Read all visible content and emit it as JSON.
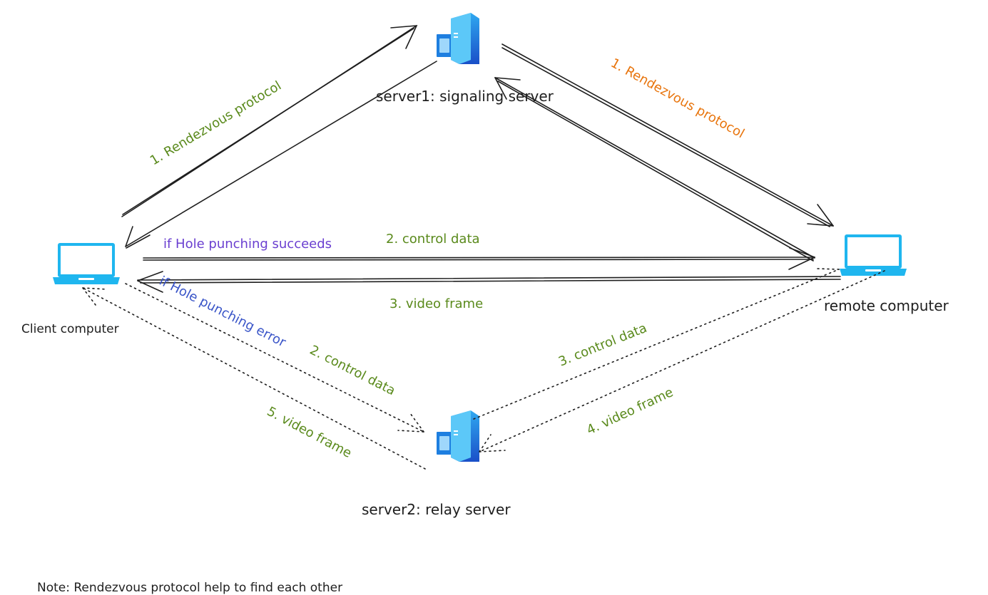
{
  "nodes": {
    "signaling_server": "server1: signaling server",
    "relay_server": "server2: relay server",
    "client": "Client computer",
    "remote": "remote computer"
  },
  "labels": {
    "rendezvous_left": "1. Rendezvous protocol",
    "rendezvous_right": "1. Rendezvous protocol",
    "hole_success": "if Hole punching succeeds",
    "hole_error": "if Hole punching error",
    "control_direct": "2. control data",
    "video_direct": "3. video frame",
    "control_relay_in": "2. control data",
    "control_relay_out": "3. control data",
    "video_relay_in": "4. video frame",
    "video_relay_out": "5. video frame"
  },
  "note": "Note: Rendezvous protocol help  to find each other",
  "colors": {
    "label_green": "#5a8a1c",
    "label_orange": "#e8740c",
    "label_purple": "#6a3fd0",
    "label_blue": "#3a55c8",
    "device_blue": "#1fb6ef",
    "server_blue": "#1f6fd8"
  },
  "icons": {
    "server": "server-icon",
    "laptop": "laptop-icon"
  }
}
